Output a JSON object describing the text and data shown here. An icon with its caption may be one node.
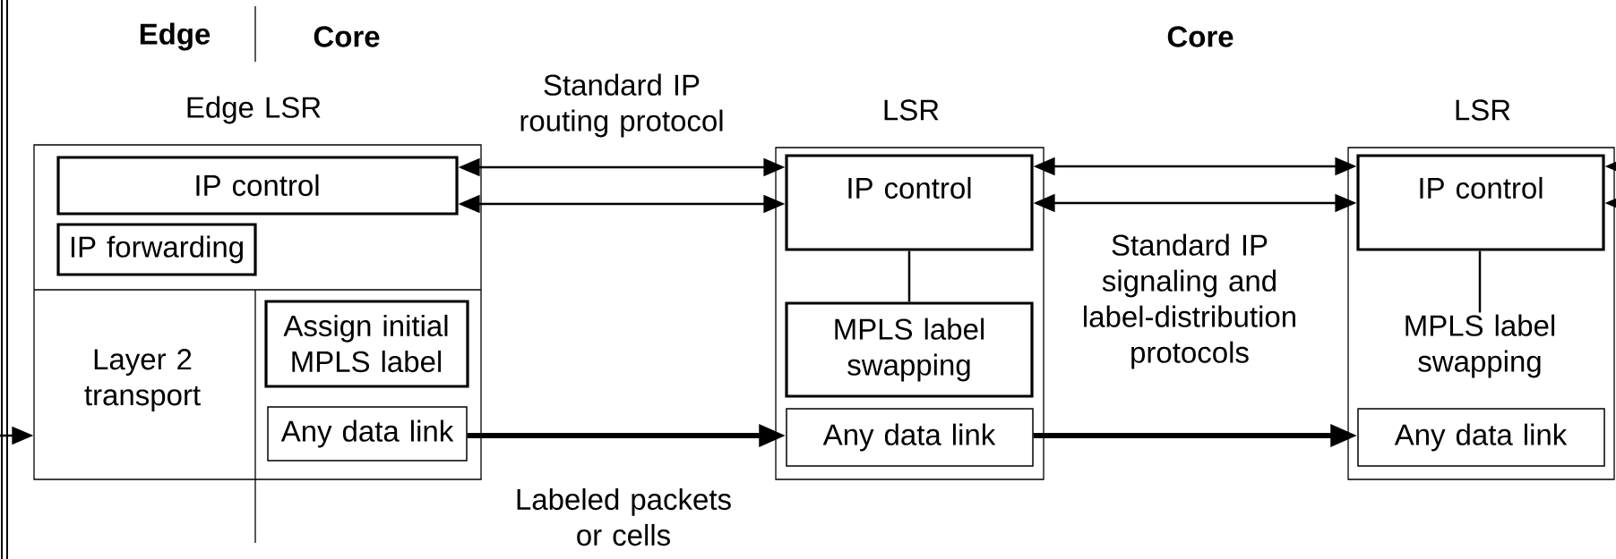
{
  "diagram": {
    "nodes": [
      {
        "text": [
          "Edge LSR",
          "Layer 2 transport"
        ]
      },
      {
        "text": [
          "IP control"
        ],
        "in": 0
      },
      {
        "text": [
          "IP forwarding"
        ],
        "in": 0
      },
      {
        "text": [
          "Assign initial MPLS label"
        ],
        "in": 0
      },
      {
        "text": [
          "Any data link"
        ],
        "in": 0
      },
      {
        "text": [
          "LSR"
        ]
      },
      {
        "text": [
          "IP control"
        ],
        "in": 5
      },
      {
        "text": [
          "MPLS label swapping"
        ],
        "in": 5
      },
      {
        "text": [
          "Any data link"
        ],
        "in": 5
      },
      {
        "text": [
          "LSR"
        ]
      },
      {
        "text": [
          "IP control"
        ],
        "in": 9
      },
      {
        "text": [
          "MPLS label swapping"
        ],
        "in": 9
      },
      {
        "text": [
          "Any data link"
        ],
        "in": 9
      }
    ],
    "edges": [
      {
        "from": null,
        "to": 0,
        "arrow": "to"
      },
      {
        "from": 1,
        "to": 6,
        "arrow": "both",
        "label": "Standard IP routing protocol"
      },
      {
        "from": 1,
        "to": 6,
        "arrow": "both"
      },
      {
        "from": 4,
        "to": 8,
        "arrow": "to",
        "style": "thick",
        "label": "Labeled packets or cells"
      },
      {
        "from": 6,
        "to": 7,
        "arrow": "none"
      },
      {
        "from": 6,
        "to": 10,
        "arrow": "both"
      },
      {
        "from": 6,
        "to": 10,
        "arrow": "both",
        "label": "Standard IP signaling and label-distribution protocols"
      },
      {
        "from": 8,
        "to": 12,
        "arrow": "to",
        "style": "thick"
      },
      {
        "from": 10,
        "to": 11,
        "arrow": "none"
      },
      {
        "from": null,
        "to": 10,
        "arrow": "to"
      },
      {
        "from": null,
        "to": 10,
        "arrow": "to"
      }
    ],
    "labels": [
      "Edge",
      "Core",
      "Core"
    ]
  }
}
